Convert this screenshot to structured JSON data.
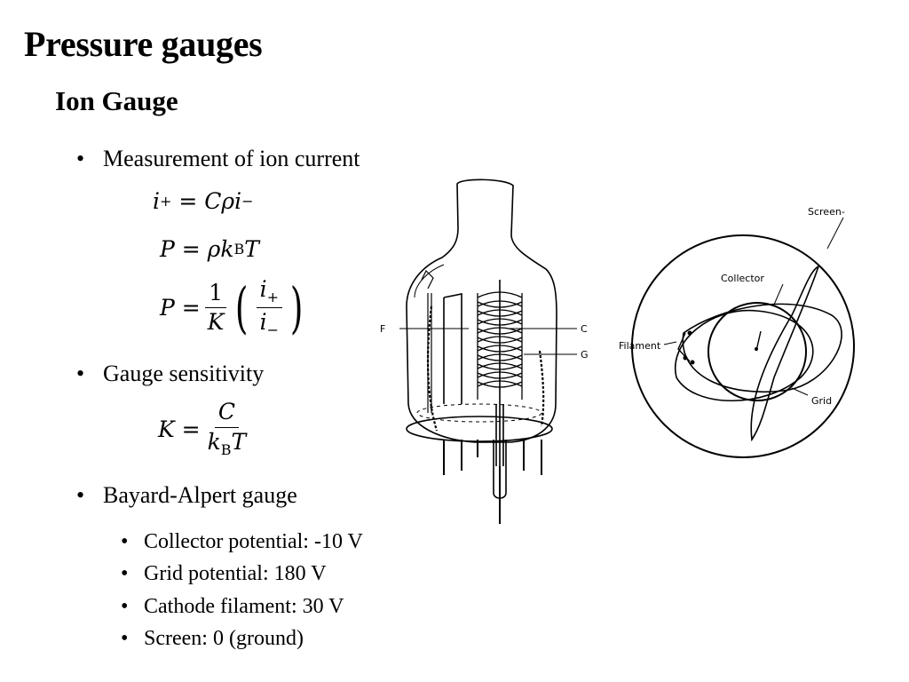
{
  "slide": {
    "title": "Pressure gauges",
    "subtitle": "Ion Gauge",
    "bullets": [
      "Measurement of ion current",
      "Gauge sensitivity",
      "Bayard-Alpert gauge"
    ],
    "sub_bullets": [
      "Collector potential: -10 V",
      "Grid potential: 180 V",
      "Cathode filament: 30 V",
      "Screen: 0 (ground)"
    ]
  },
  "figure_labels": {
    "tube": {
      "filament": "F",
      "collector": "C",
      "grid": "G"
    },
    "cross_section": {
      "screen": "Screen-",
      "collector": "Collector",
      "filament": "Filament",
      "grid": "Grid"
    }
  }
}
